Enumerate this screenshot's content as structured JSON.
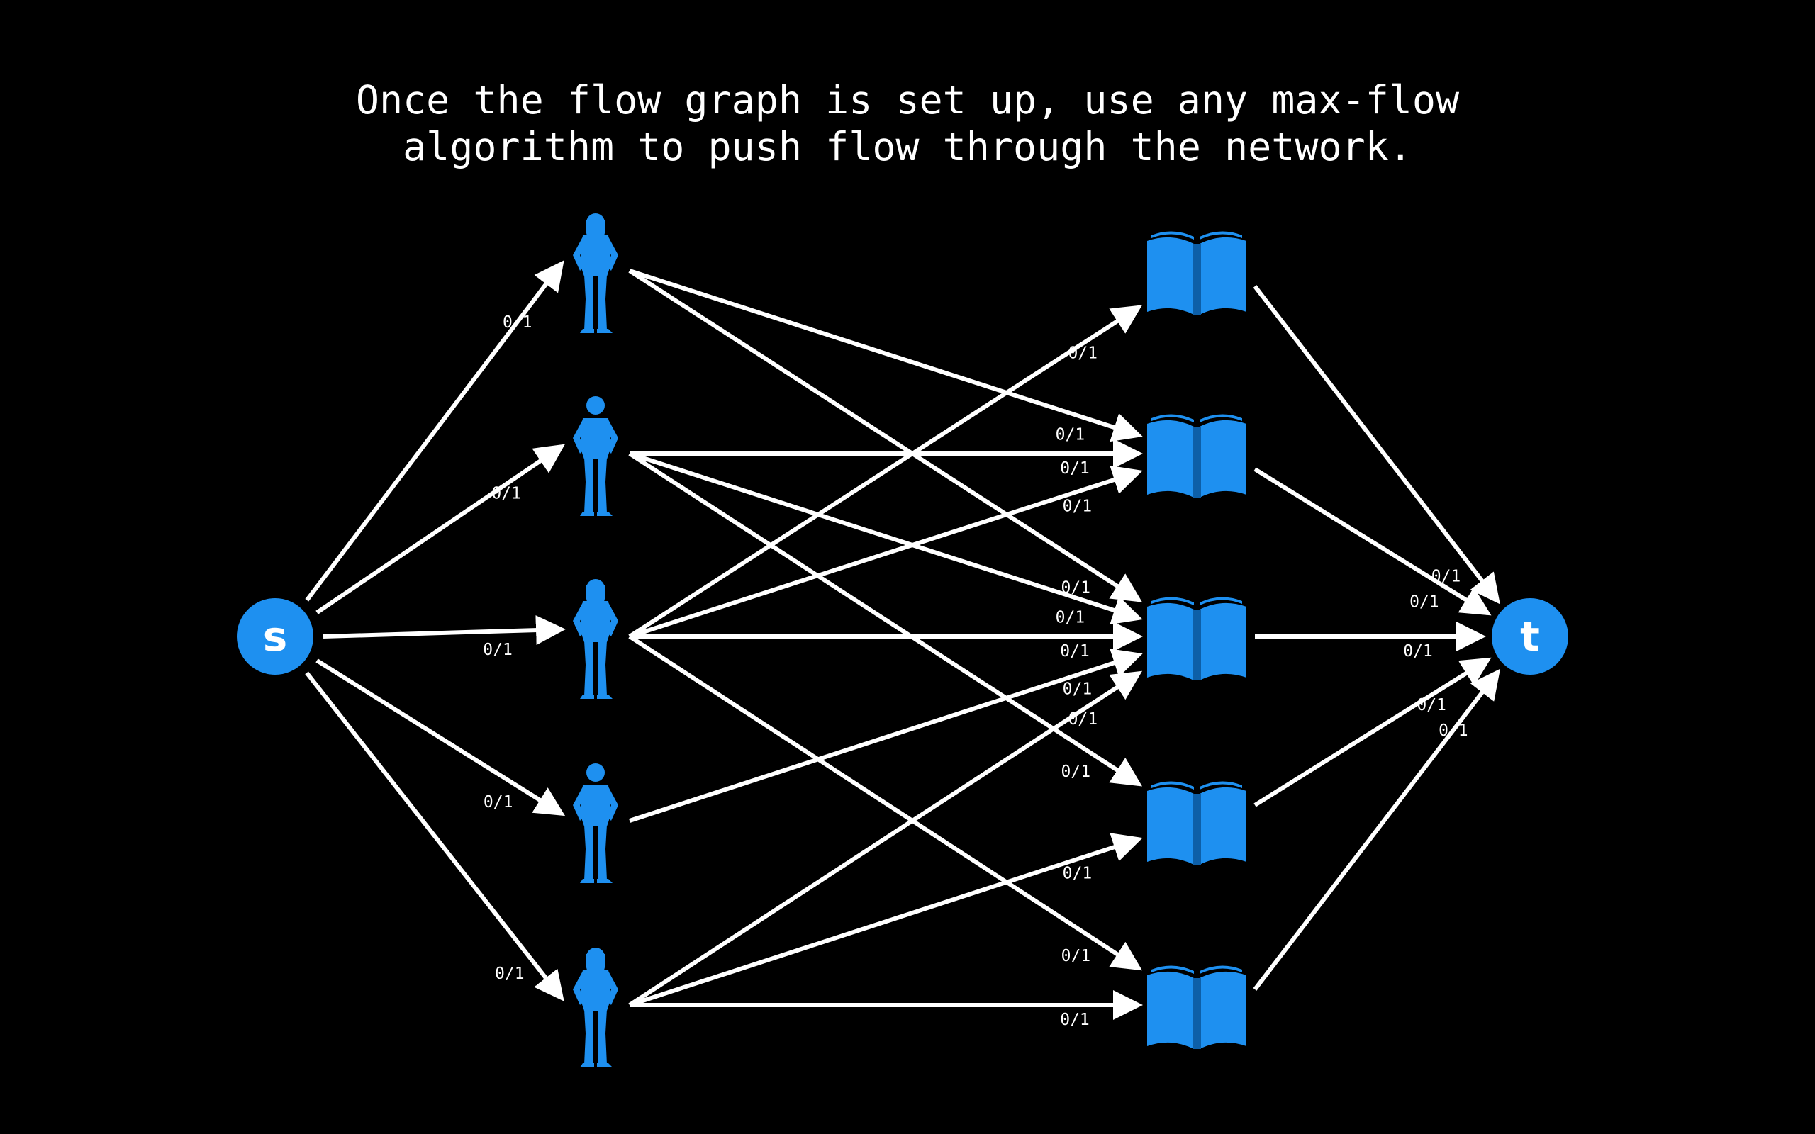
{
  "caption": {
    "line1": "Once the flow graph is set up, use any max-flow",
    "line2": "algorithm to push flow through the network."
  },
  "colors": {
    "background": "#000000",
    "node_blue": "#1e90f0",
    "edge": "#ffffff"
  },
  "nodes": {
    "source": {
      "label": "s"
    },
    "sink": {
      "label": "t"
    },
    "people": [
      {
        "id": "p1",
        "icon": "person-female-icon"
      },
      {
        "id": "p2",
        "icon": "person-male-icon"
      },
      {
        "id": "p3",
        "icon": "person-female-icon"
      },
      {
        "id": "p4",
        "icon": "person-male-icon"
      },
      {
        "id": "p5",
        "icon": "person-female-icon"
      }
    ],
    "books": [
      {
        "id": "b1",
        "icon": "book-icon"
      },
      {
        "id": "b2",
        "icon": "book-icon"
      },
      {
        "id": "b3",
        "icon": "book-icon"
      },
      {
        "id": "b4",
        "icon": "book-icon"
      },
      {
        "id": "b5",
        "icon": "book-icon"
      }
    ]
  },
  "edges": [
    {
      "from": "s",
      "to": "p1",
      "flow": "0/1"
    },
    {
      "from": "s",
      "to": "p2",
      "flow": "0/1"
    },
    {
      "from": "s",
      "to": "p3",
      "flow": "0/1"
    },
    {
      "from": "s",
      "to": "p4",
      "flow": "0/1"
    },
    {
      "from": "s",
      "to": "p5",
      "flow": "0/1"
    },
    {
      "from": "p1",
      "to": "b2",
      "flow": "0/1"
    },
    {
      "from": "p1",
      "to": "b3",
      "flow": "0/1"
    },
    {
      "from": "p2",
      "to": "b2",
      "flow": "0/1"
    },
    {
      "from": "p2",
      "to": "b3",
      "flow": "0/1"
    },
    {
      "from": "p2",
      "to": "b4",
      "flow": "0/1"
    },
    {
      "from": "p3",
      "to": "b1",
      "flow": "0/1"
    },
    {
      "from": "p3",
      "to": "b2",
      "flow": "0/1"
    },
    {
      "from": "p3",
      "to": "b3",
      "flow": "0/1"
    },
    {
      "from": "p3",
      "to": "b5",
      "flow": "0/1"
    },
    {
      "from": "p4",
      "to": "b3",
      "flow": "0/1"
    },
    {
      "from": "p5",
      "to": "b3",
      "flow": "0/1"
    },
    {
      "from": "p5",
      "to": "b4",
      "flow": "0/1"
    },
    {
      "from": "p5",
      "to": "b5",
      "flow": "0/1"
    },
    {
      "from": "b1",
      "to": "t",
      "flow": "0/1"
    },
    {
      "from": "b2",
      "to": "t",
      "flow": "0/1"
    },
    {
      "from": "b3",
      "to": "t",
      "flow": "0/1"
    },
    {
      "from": "b4",
      "to": "t",
      "flow": "0/1"
    },
    {
      "from": "b5",
      "to": "t",
      "flow": "0/1"
    }
  ]
}
